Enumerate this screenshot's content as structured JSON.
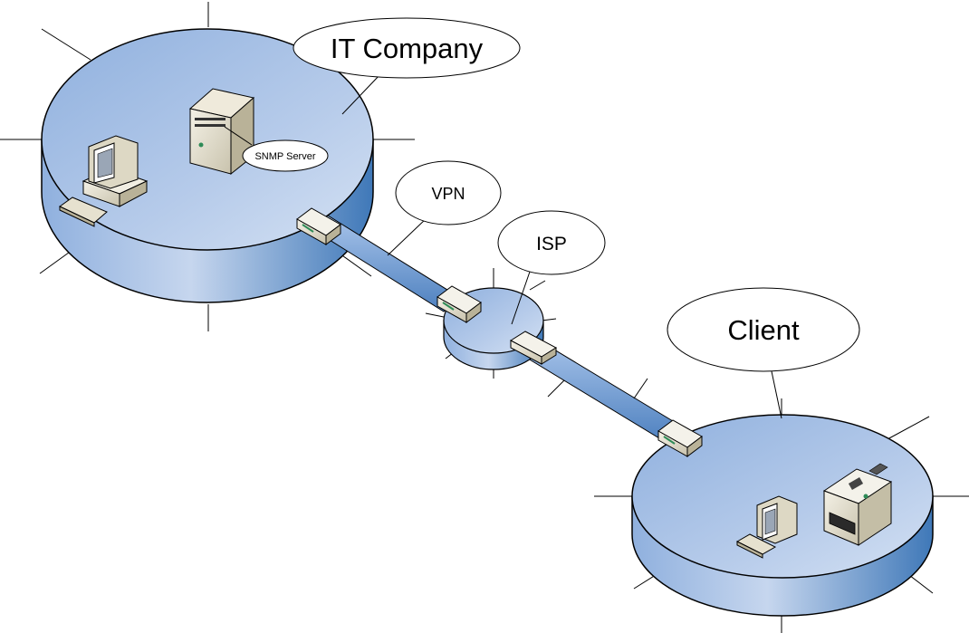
{
  "diagram": {
    "labels": {
      "it_company": "IT Company",
      "snmp_server": "SNMP Server",
      "vpn": "VPN",
      "isp": "ISP",
      "client": "Client"
    },
    "colors": {
      "disk_top": "#a9c2e6",
      "disk_side_dark": "#4f86c4",
      "disk_side_light": "#c9d9ef",
      "link": "#7ea7d8",
      "outline": "#000000"
    }
  }
}
